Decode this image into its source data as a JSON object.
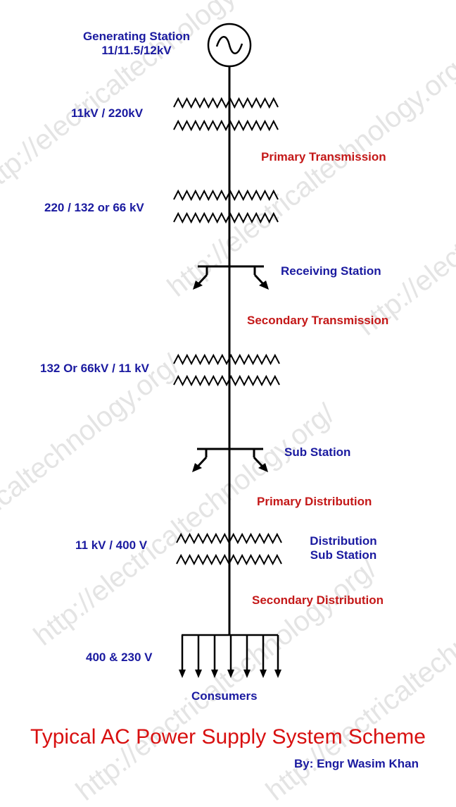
{
  "diagram": {
    "generator_label": [
      "Generating Station",
      "11/11.5/12kV"
    ],
    "transformer_1": "11kV / 220kV",
    "primary_transmission": "Primary Transmission",
    "transformer_2": "220 / 132 or 66 kV",
    "receiving_station": "Receiving Station",
    "secondary_transmission": "Secondary Transmission",
    "transformer_3": "132 Or 66kV / 11 kV",
    "sub_station": "Sub Station",
    "primary_distribution": "Primary Distribution",
    "transformer_4": "11 kV / 400 V",
    "distribution_sub_station": [
      "Distribution",
      "Sub Station"
    ],
    "secondary_distribution": "Secondary Distribution",
    "consumer_voltage": "400 & 230 V",
    "consumers": "Consumers"
  },
  "title": "Typical AC Power Supply System Scheme",
  "byline": "By: Engr Wasim Khan",
  "watermark": "http://electricaltechnology.org/",
  "colors": {
    "label_blue": "#1a1aa0",
    "label_red": "#c41818",
    "title_red": "#d81010",
    "line": "#000000"
  }
}
